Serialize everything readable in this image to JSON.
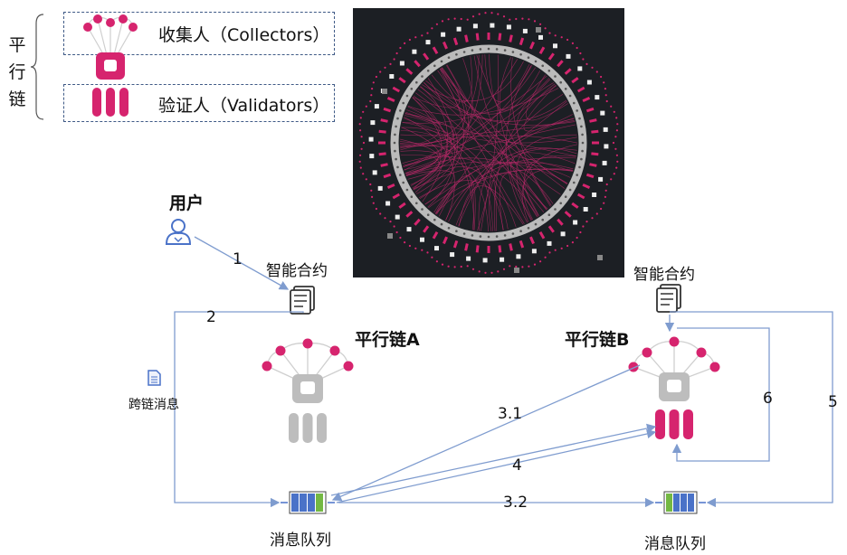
{
  "legend": {
    "group_label": "平行链",
    "group_chars": [
      "平",
      "行",
      "链"
    ],
    "collectors": "收集人（Collectors）",
    "validators": "验证人（Validators）"
  },
  "user": {
    "label": "用户"
  },
  "contract_a": {
    "label": "智能合约"
  },
  "contract_b": {
    "label": "智能合约"
  },
  "chain_a": {
    "label": "平行链A"
  },
  "chain_b": {
    "label": "平行链B"
  },
  "cross_chain_message": {
    "label": "跨链消息"
  },
  "queue_a": {
    "label": "消息队列"
  },
  "queue_b": {
    "label": "消息队列"
  },
  "steps": {
    "s1": "1",
    "s2": "2",
    "s31": "3.1",
    "s32": "3.2",
    "s4": "4",
    "s5": "5",
    "s6": "6"
  },
  "colors": {
    "accent_pink": "#d6246e",
    "collector_gray": "#bdbdbd",
    "arrow_blue": "#7f9ccf",
    "dark_panel": "#1c1f24",
    "queue_blue": "#4a72c8",
    "queue_green": "#74b843"
  },
  "icons": [
    "user-icon",
    "contract-doc-icon",
    "message-file-icon",
    "queue-icon",
    "relay-chain-network-image"
  ]
}
